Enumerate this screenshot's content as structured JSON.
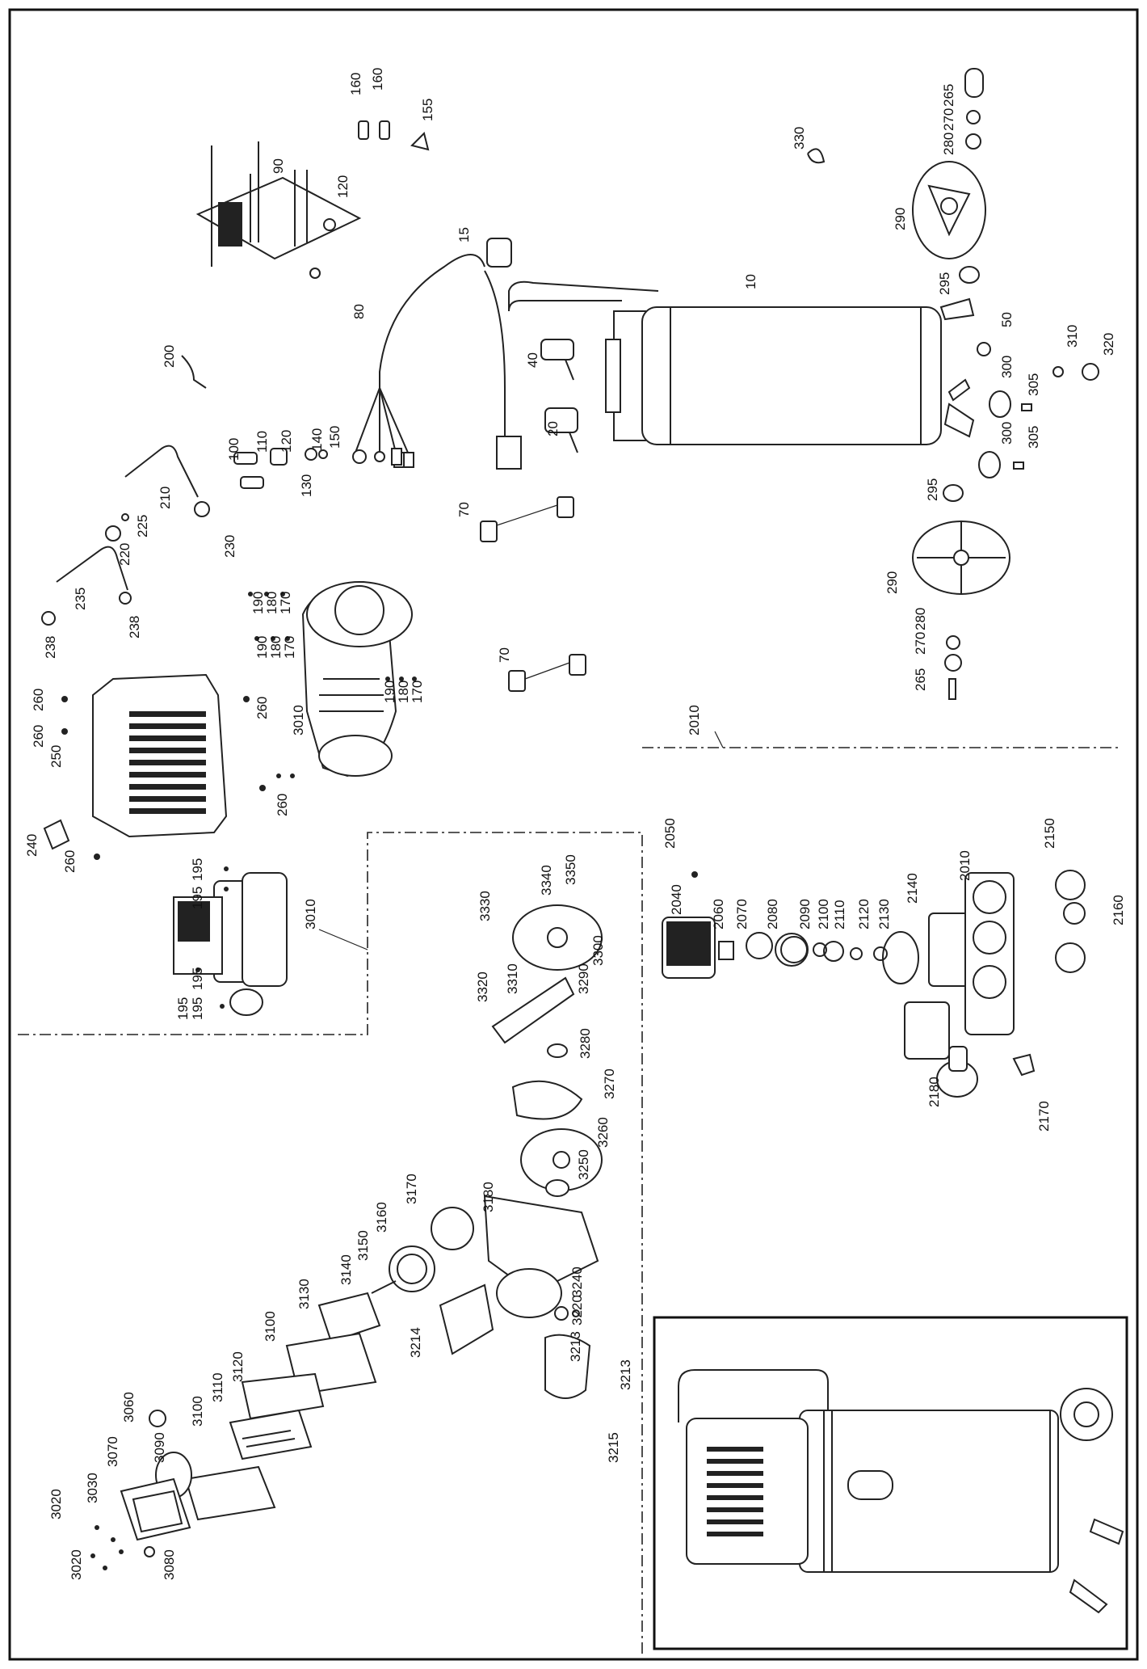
{
  "labels": [
    {
      "id": "160a",
      "text": "160"
    },
    {
      "id": "160b",
      "text": "160"
    },
    {
      "id": "155",
      "text": "155"
    },
    {
      "id": "330",
      "text": "330"
    },
    {
      "id": "265a",
      "text": "265"
    },
    {
      "id": "270a",
      "text": "270"
    },
    {
      "id": "280a",
      "text": "280"
    },
    {
      "id": "290a",
      "text": "290"
    },
    {
      "id": "90",
      "text": "90"
    },
    {
      "id": "120a",
      "text": "120"
    },
    {
      "id": "15",
      "text": "15"
    },
    {
      "id": "10",
      "text": "10"
    },
    {
      "id": "80",
      "text": "80"
    },
    {
      "id": "295a",
      "text": "295"
    },
    {
      "id": "50",
      "text": "50"
    },
    {
      "id": "310",
      "text": "310"
    },
    {
      "id": "320",
      "text": "320"
    },
    {
      "id": "200",
      "text": "200"
    },
    {
      "id": "40",
      "text": "40"
    },
    {
      "id": "300a",
      "text": "300"
    },
    {
      "id": "305a",
      "text": "305"
    },
    {
      "id": "300b",
      "text": "300"
    },
    {
      "id": "305b",
      "text": "305"
    },
    {
      "id": "100",
      "text": "100"
    },
    {
      "id": "110",
      "text": "110"
    },
    {
      "id": "120b",
      "text": "120"
    },
    {
      "id": "140",
      "text": "140"
    },
    {
      "id": "150",
      "text": "150"
    },
    {
      "id": "130",
      "text": "130"
    },
    {
      "id": "20",
      "text": "20"
    },
    {
      "id": "210",
      "text": "210"
    },
    {
      "id": "220",
      "text": "220"
    },
    {
      "id": "225",
      "text": "225"
    },
    {
      "id": "230",
      "text": "230"
    },
    {
      "id": "70a",
      "text": "70"
    },
    {
      "id": "295b",
      "text": "295"
    },
    {
      "id": "235",
      "text": "235"
    },
    {
      "id": "290b",
      "text": "290"
    },
    {
      "id": "238a",
      "text": "238"
    },
    {
      "id": "238b",
      "text": "238"
    },
    {
      "id": "190a",
      "text": "190"
    },
    {
      "id": "180a",
      "text": "180"
    },
    {
      "id": "170a",
      "text": "170"
    },
    {
      "id": "190b",
      "text": "190"
    },
    {
      "id": "180b",
      "text": "180"
    },
    {
      "id": "170b",
      "text": "170"
    },
    {
      "id": "280b",
      "text": "280"
    },
    {
      "id": "270b",
      "text": "270"
    },
    {
      "id": "265b",
      "text": "265"
    },
    {
      "id": "70b",
      "text": "70"
    },
    {
      "id": "260a",
      "text": "260"
    },
    {
      "id": "260b",
      "text": "260"
    },
    {
      "id": "250",
      "text": "250"
    },
    {
      "id": "260c",
      "text": "260"
    },
    {
      "id": "3010a",
      "text": "3010"
    },
    {
      "id": "190c",
      "text": "190"
    },
    {
      "id": "180c",
      "text": "180"
    },
    {
      "id": "170c",
      "text": "170"
    },
    {
      "id": "2010a",
      "text": "2010"
    },
    {
      "id": "260d",
      "text": "260"
    },
    {
      "id": "240",
      "text": "240"
    },
    {
      "id": "260e",
      "text": "260"
    },
    {
      "id": "2050",
      "text": "2050"
    },
    {
      "id": "2150",
      "text": "2150"
    },
    {
      "id": "195a",
      "text": "195"
    },
    {
      "id": "195b",
      "text": "195"
    },
    {
      "id": "3350",
      "text": "3350"
    },
    {
      "id": "3340",
      "text": "3340"
    },
    {
      "id": "3330",
      "text": "3330"
    },
    {
      "id": "2040",
      "text": "2040"
    },
    {
      "id": "2060",
      "text": "2060"
    },
    {
      "id": "2070",
      "text": "2070"
    },
    {
      "id": "2080",
      "text": "2080"
    },
    {
      "id": "2090",
      "text": "2090"
    },
    {
      "id": "2100",
      "text": "2100"
    },
    {
      "id": "2110",
      "text": "2110"
    },
    {
      "id": "2120",
      "text": "2120"
    },
    {
      "id": "2130",
      "text": "2130"
    },
    {
      "id": "2140",
      "text": "2140"
    },
    {
      "id": "2010b",
      "text": "2010"
    },
    {
      "id": "2160",
      "text": "2160"
    },
    {
      "id": "3010b",
      "text": "3010"
    },
    {
      "id": "195c",
      "text": "195"
    },
    {
      "id": "195d",
      "text": "195"
    },
    {
      "id": "195e",
      "text": "195"
    },
    {
      "id": "3320",
      "text": "3320"
    },
    {
      "id": "3310",
      "text": "3310"
    },
    {
      "id": "3290",
      "text": "3290"
    },
    {
      "id": "3300",
      "text": "3300"
    },
    {
      "id": "3280",
      "text": "3280"
    },
    {
      "id": "3270",
      "text": "3270"
    },
    {
      "id": "3260",
      "text": "3260"
    },
    {
      "id": "2180",
      "text": "2180"
    },
    {
      "id": "2170",
      "text": "2170"
    },
    {
      "id": "3250",
      "text": "3250"
    },
    {
      "id": "3170",
      "text": "3170"
    },
    {
      "id": "3180",
      "text": "3180"
    },
    {
      "id": "3160",
      "text": "3160"
    },
    {
      "id": "3150",
      "text": "3150"
    },
    {
      "id": "3140",
      "text": "3140"
    },
    {
      "id": "3130",
      "text": "3130"
    },
    {
      "id": "3240",
      "text": "3240"
    },
    {
      "id": "3220",
      "text": "3220"
    },
    {
      "id": "3100a",
      "text": "3100"
    },
    {
      "id": "3214",
      "text": "3214"
    },
    {
      "id": "3213a",
      "text": "3213"
    },
    {
      "id": "3120",
      "text": "3120"
    },
    {
      "id": "3213b",
      "text": "3213"
    },
    {
      "id": "3110",
      "text": "3110"
    },
    {
      "id": "3100b",
      "text": "3100"
    },
    {
      "id": "3060",
      "text": "3060"
    },
    {
      "id": "3090",
      "text": "3090"
    },
    {
      "id": "3215",
      "text": "3215"
    },
    {
      "id": "3070",
      "text": "3070"
    },
    {
      "id": "3030",
      "text": "3030"
    },
    {
      "id": "3020a",
      "text": "3020"
    },
    {
      "id": "3020b",
      "text": "3020"
    },
    {
      "id": "3080",
      "text": "3080"
    }
  ]
}
